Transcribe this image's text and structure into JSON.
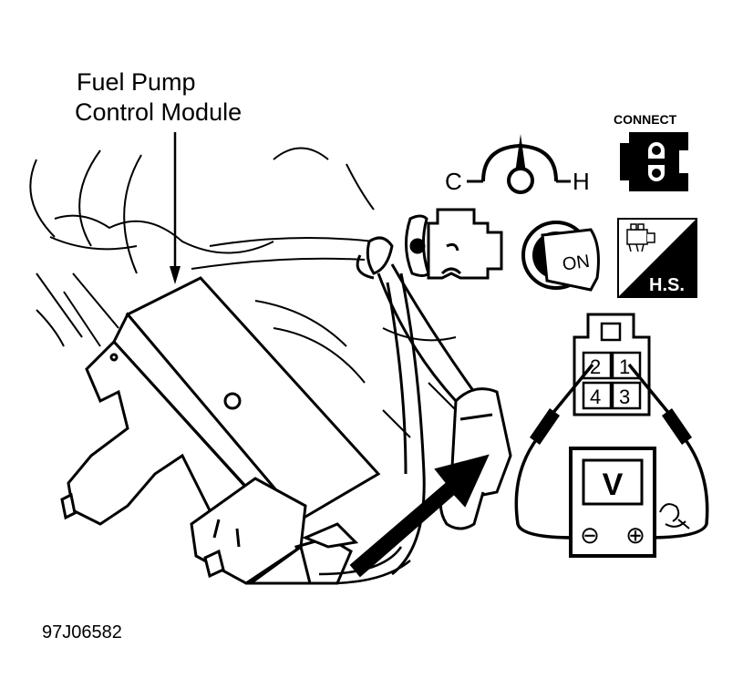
{
  "callout": {
    "line1": "Fuel Pump",
    "line2": "Control Module"
  },
  "gauge": {
    "cold": "C",
    "hot": "H"
  },
  "connect": {
    "label": "CONNECT",
    "icon": "connector-plug-icon"
  },
  "ignition": {
    "key_position": "ON",
    "icon": "ignition-key-icon"
  },
  "hot_soak": {
    "label": "H.S.",
    "icon": "hot-soak-icon"
  },
  "connector_pins": [
    "2",
    "1",
    "4",
    "3"
  ],
  "voltmeter": {
    "unit": "V",
    "negative": "⊖",
    "positive": "⊕"
  },
  "figure_id": "97J06582",
  "colors": {
    "ink": "#000000",
    "paper": "#ffffff"
  }
}
